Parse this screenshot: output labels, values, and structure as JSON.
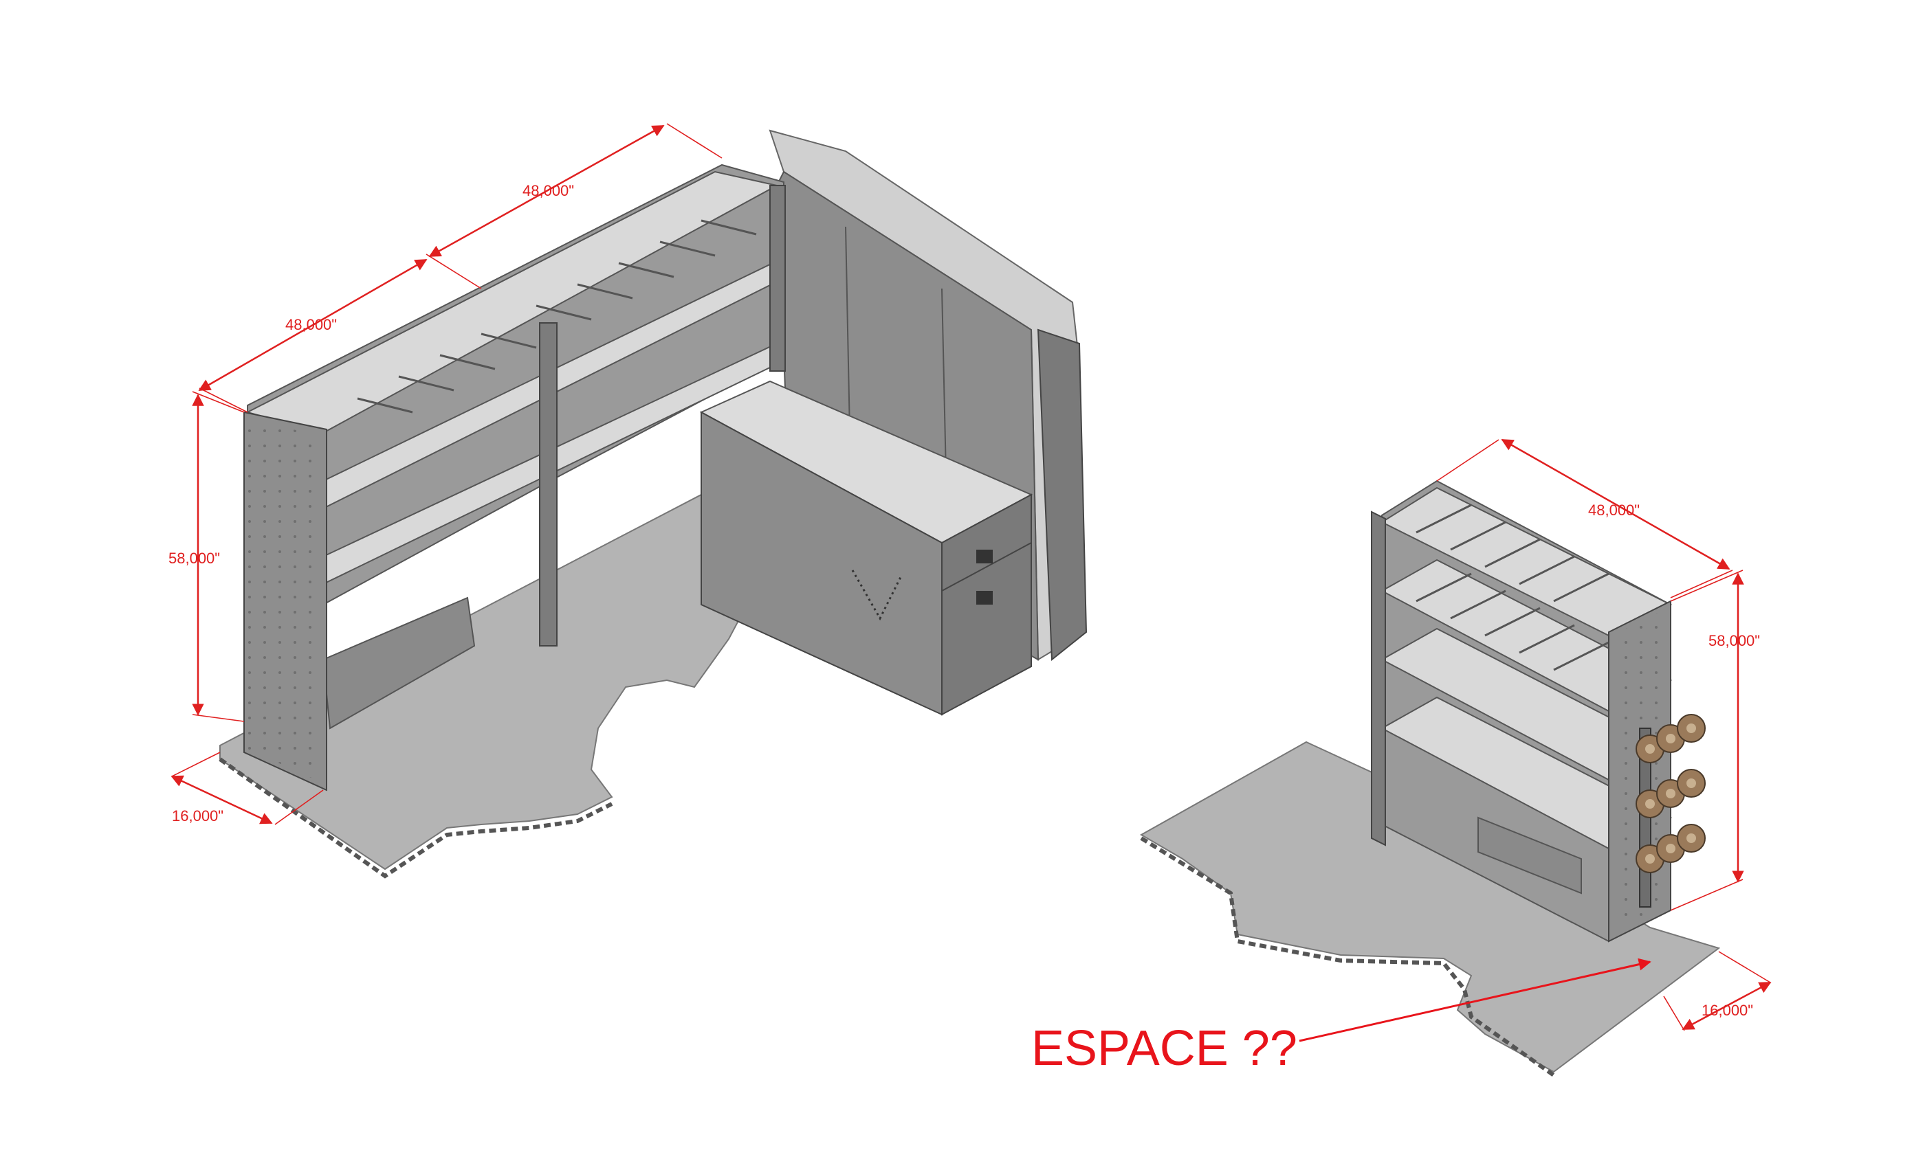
{
  "colors": {
    "dimension": "#e02020",
    "annotation": "#e8141b",
    "floor": "#b4b4b4",
    "steel": "#8c8c8c",
    "steel_dark": "#6e6e6e",
    "shelf_top": "#d9d9d9",
    "spool": "#9a7a5a"
  },
  "left_assembly": {
    "dims": {
      "width_a": "48,000\"",
      "width_b": "48,000\"",
      "height": "58,000\"",
      "depth": "16,000\""
    }
  },
  "right_assembly": {
    "dims": {
      "width": "48,000\"",
      "height": "58,000\"",
      "depth": "16,000\""
    }
  },
  "annotation": {
    "label": "ESPACE ??"
  }
}
